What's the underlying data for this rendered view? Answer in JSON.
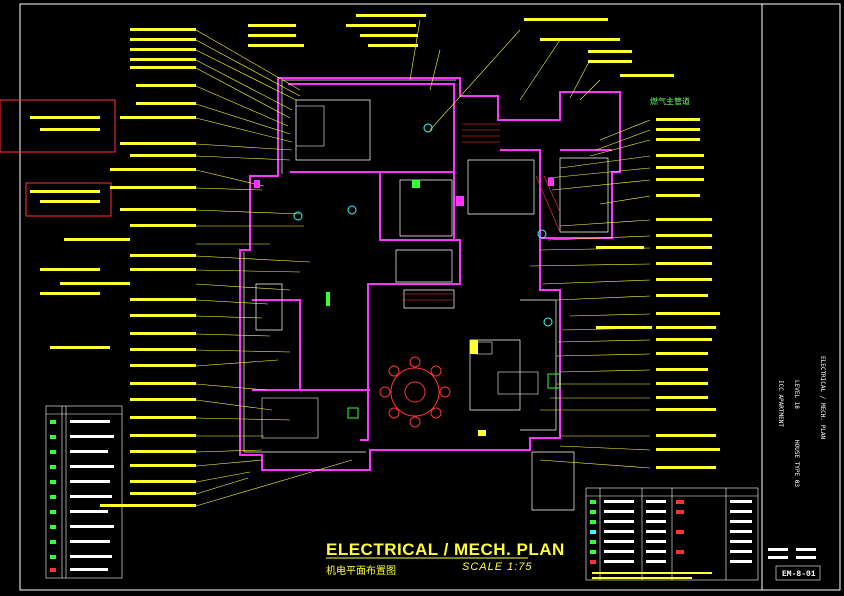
{
  "drawing": {
    "title": "ELECTRICAL / MECH. PLAN",
    "subtitle": "机电平面布置图",
    "scale": "SCALE 1:75",
    "sheet_number": "EM-8-01",
    "pipe_note": "燃气主管道"
  },
  "title_block": {
    "project": "ICC APARTMENT",
    "level": "LEVEL 18",
    "house_type": "HOUSE TYPE 03",
    "sheet_title": "ELECTRICAL / MECH. PLAN"
  },
  "colors": {
    "background": "#000000",
    "wall": "#ff33ff",
    "wall_inner": "#ffffff",
    "leader": "#ffff33",
    "accent_red": "#ff3333",
    "accent_green": "#33ff33",
    "accent_cyan": "#33ffff",
    "frame": "#ffffff"
  },
  "legend": {
    "rows": 11,
    "symbol_color": "#33ff33"
  },
  "icons": [
    "fan-icon",
    "dining-table-icon",
    "socket-icon",
    "light-icon"
  ]
}
